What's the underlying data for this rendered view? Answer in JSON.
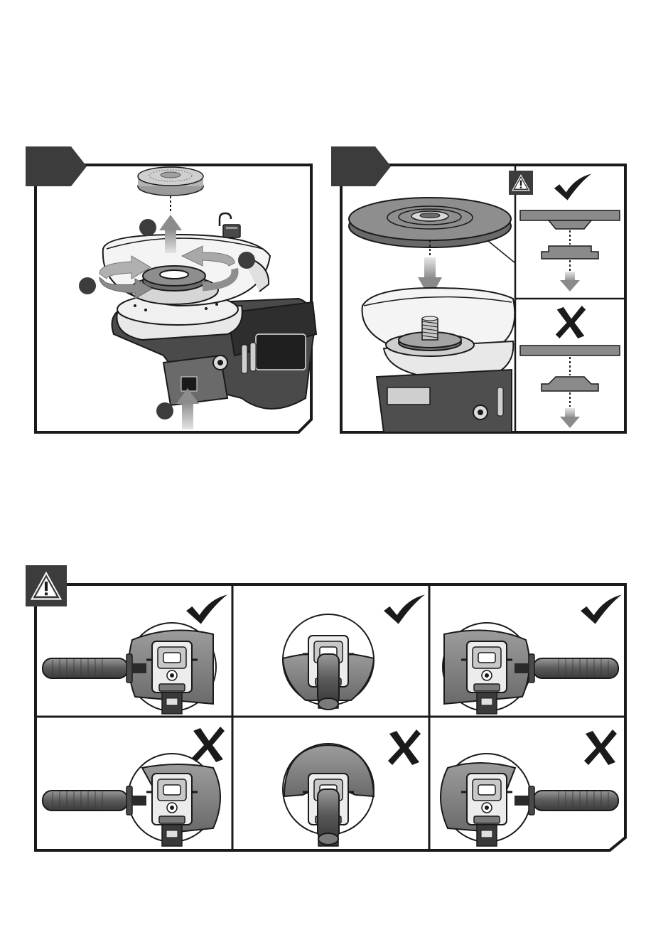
{
  "colors": {
    "frame": "#1a1a1a",
    "tab": "#3c3c3c",
    "metal": "#8a8a8a",
    "metal_light": "#bdbdbd",
    "metal_dark": "#4a4a4a",
    "arrow": "#a8a8a8",
    "warning_fill": "#3c3c3c",
    "handle": "#6e6e6e"
  },
  "icons": {
    "check": "check-mark-icon",
    "cross": "cross-mark-icon",
    "warning": "warning-triangle-icon",
    "unlock": "open-padlock-icon"
  },
  "figure1": {
    "step_markers": 4,
    "unlock_shown": true
  },
  "figure2": {
    "warning_shown": true,
    "correct_mark": "✔",
    "wrong_mark": "✘"
  },
  "figure3": {
    "warning_shown": true,
    "guard_positions": [
      {
        "row": 1,
        "col": 1,
        "handle": "left",
        "verdict": "correct"
      },
      {
        "row": 1,
        "col": 2,
        "handle": "front",
        "verdict": "correct"
      },
      {
        "row": 1,
        "col": 3,
        "handle": "right",
        "verdict": "correct"
      },
      {
        "row": 2,
        "col": 1,
        "handle": "left",
        "verdict": "wrong"
      },
      {
        "row": 2,
        "col": 2,
        "handle": "front",
        "verdict": "wrong"
      },
      {
        "row": 2,
        "col": 3,
        "handle": "right",
        "verdict": "wrong"
      }
    ]
  }
}
